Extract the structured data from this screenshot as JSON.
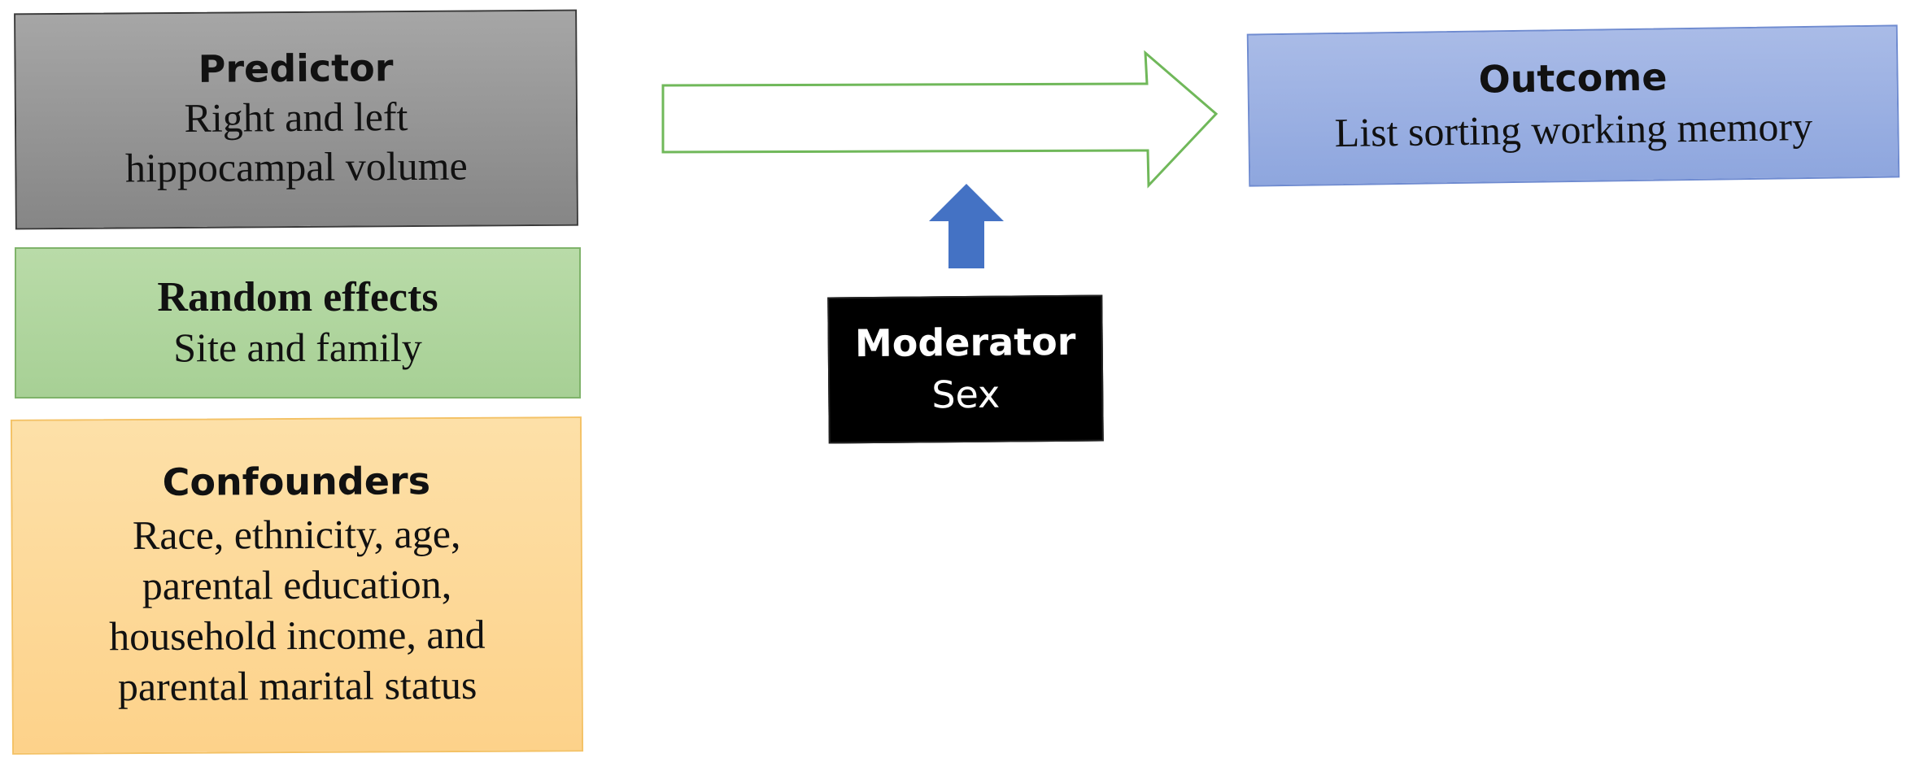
{
  "predictor": {
    "title": "Predictor",
    "lines": [
      "Right and left",
      "hippocampal volume"
    ]
  },
  "random_effects": {
    "title": "Random effects",
    "lines": [
      "Site and family"
    ]
  },
  "confounders": {
    "title": "Confounders",
    "lines": [
      "Race, ethnicity, age,",
      "parental education,",
      "household income, and",
      "parental marital status"
    ]
  },
  "outcome": {
    "title": "Outcome",
    "lines": [
      "List sorting working memory"
    ]
  },
  "moderator": {
    "title": "Moderator",
    "lines": [
      "Sex"
    ]
  },
  "colors": {
    "predictor": "#969696",
    "random_effects": "#b0d59e",
    "confounders": "#fdd898",
    "outcome": "#9cb0e2",
    "moderator": "#000000",
    "main_arrow_outline": "#70b85a",
    "moderator_arrow": "#4472c4"
  }
}
